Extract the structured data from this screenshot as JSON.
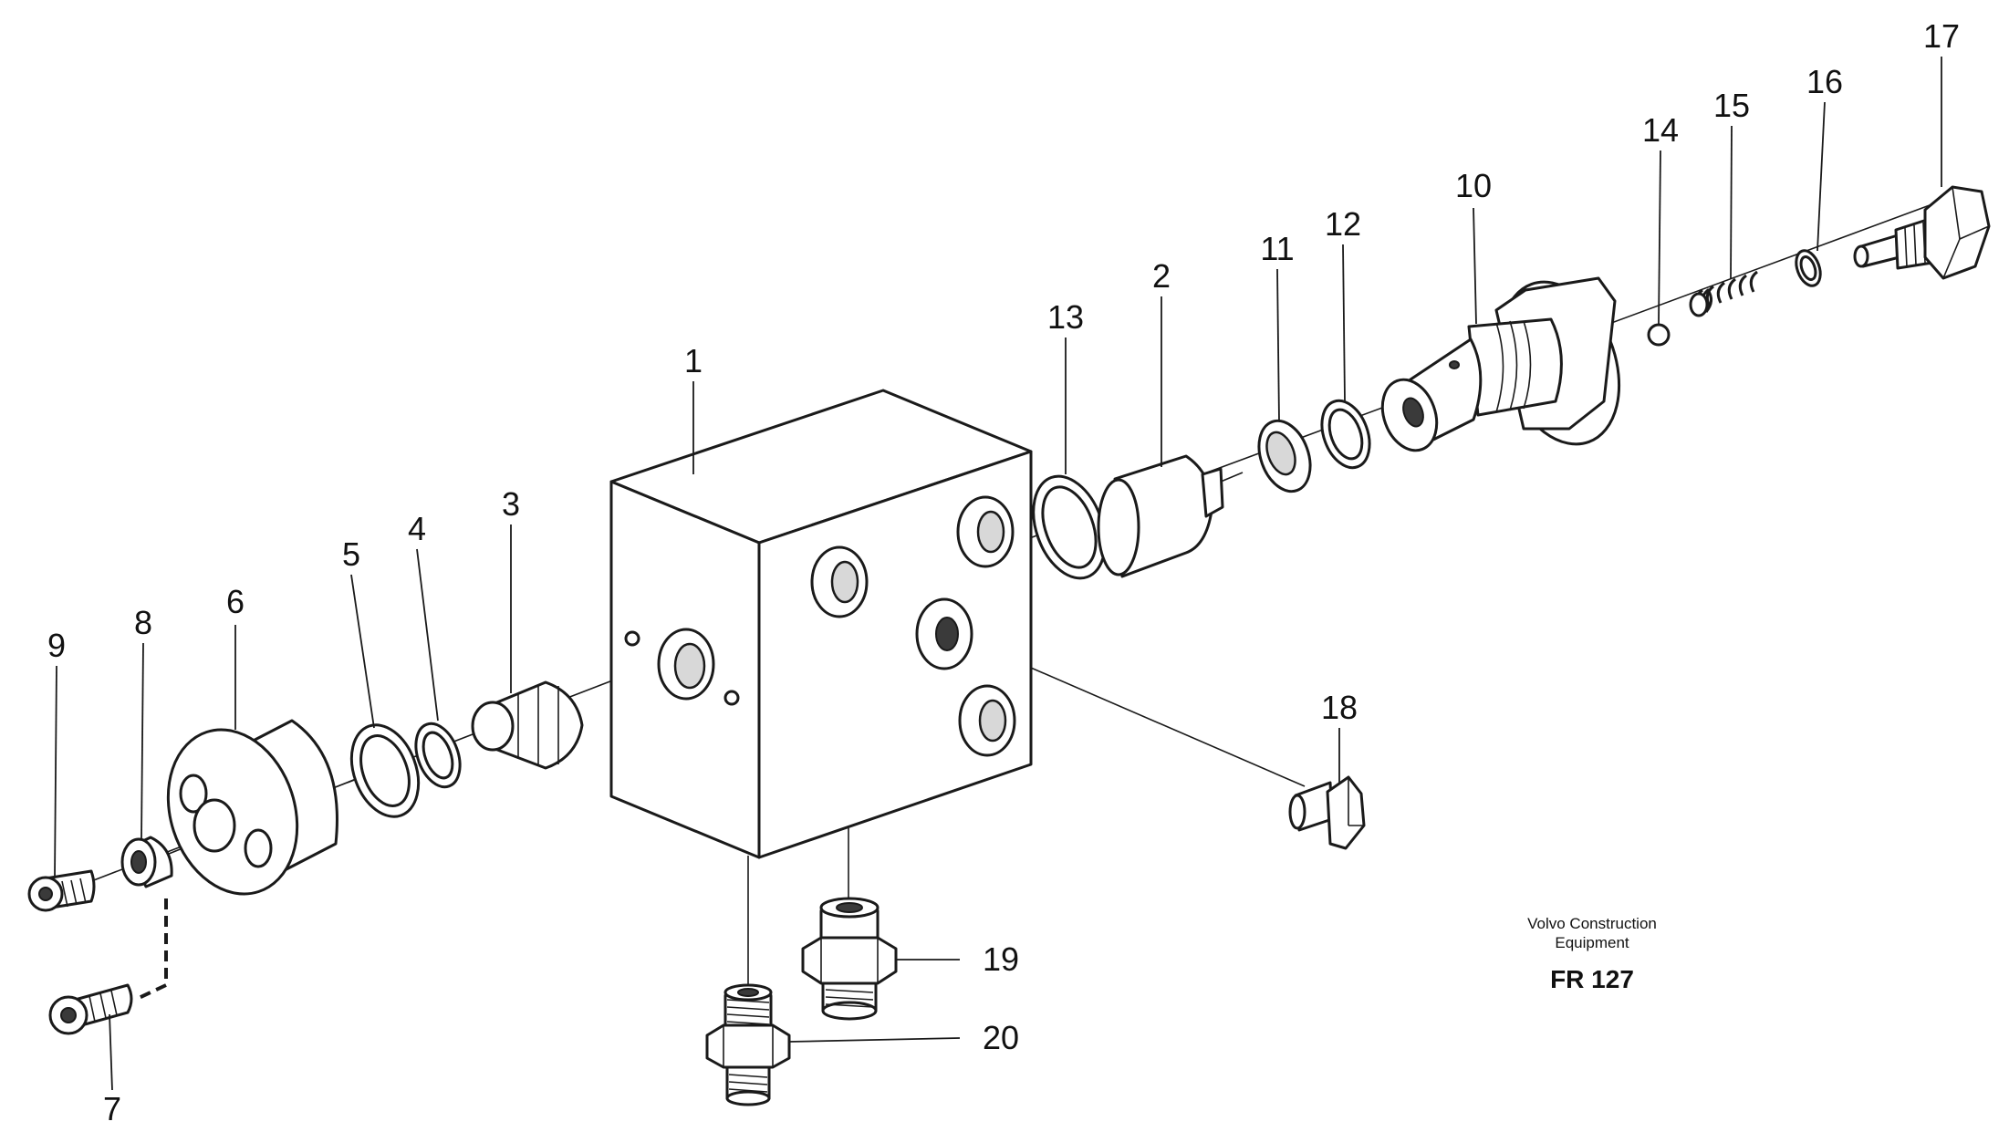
{
  "diagram": {
    "labels": {
      "l1": "1",
      "l2": "2",
      "l3": "3",
      "l4": "4",
      "l5": "5",
      "l6": "6",
      "l7": "7",
      "l8": "8",
      "l9": "9",
      "l10": "10",
      "l11": "11",
      "l12": "12",
      "l13": "13",
      "l14": "14",
      "l15": "15",
      "l16": "16",
      "l17": "17",
      "l18": "18",
      "l19": "19",
      "l20": "20"
    },
    "caption": {
      "line1": "Volvo Construction",
      "line2": "Equipment",
      "code": "FR 127"
    }
  }
}
